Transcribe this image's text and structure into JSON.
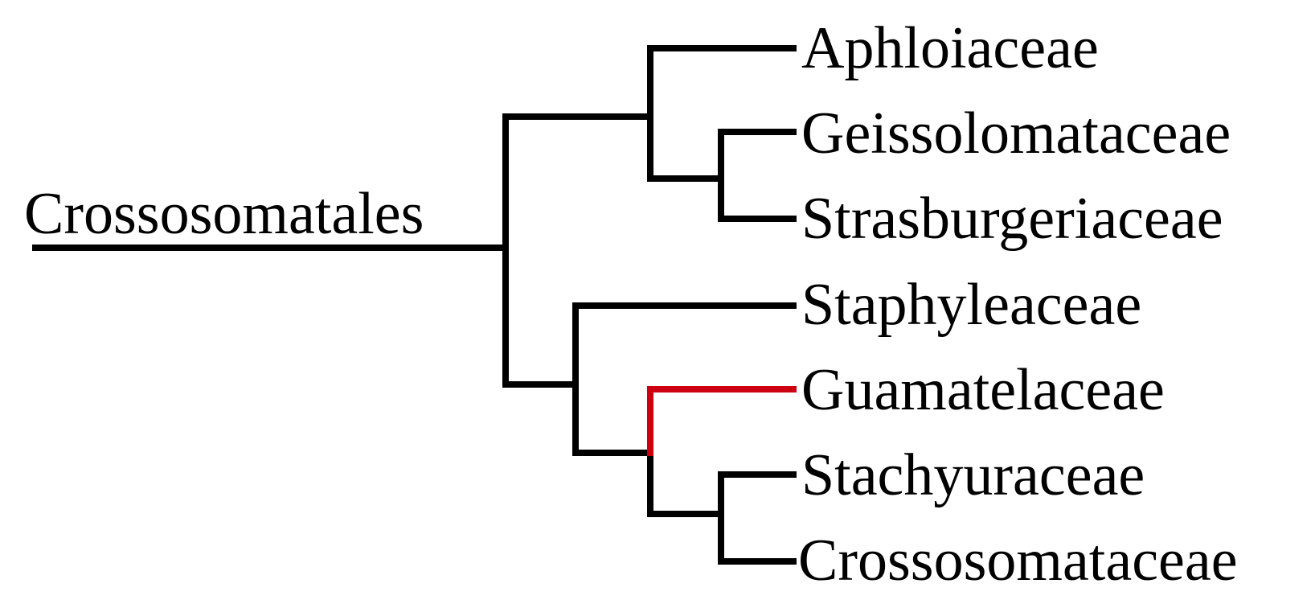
{
  "tree": {
    "root_label": "Crossosomatales",
    "branch_color": "#000000",
    "highlight_color": "#cc0011",
    "highlighted_taxon": "Guamatelaceae",
    "topology": "((Aphloiaceae,(Geissolomataceae,Strasburgeriaceae)),(Staphyleaceae,(Guamatelaceae,(Stachyuraceae,Crossosomataceae))))",
    "taxa": [
      {
        "id": "aphloiaceae",
        "label": "Aphloiaceae"
      },
      {
        "id": "geissolomataceae",
        "label": "Geissolomataceae"
      },
      {
        "id": "strasburgeriaceae",
        "label": "Strasburgeriaceae"
      },
      {
        "id": "staphyleaceae",
        "label": "Staphyleaceae"
      },
      {
        "id": "guamatelaceae",
        "label": "Guamatelaceae"
      },
      {
        "id": "stachyuraceae",
        "label": "Stachyuraceae"
      },
      {
        "id": "crossosomataceae",
        "label": "Crossosomataceae"
      }
    ]
  }
}
